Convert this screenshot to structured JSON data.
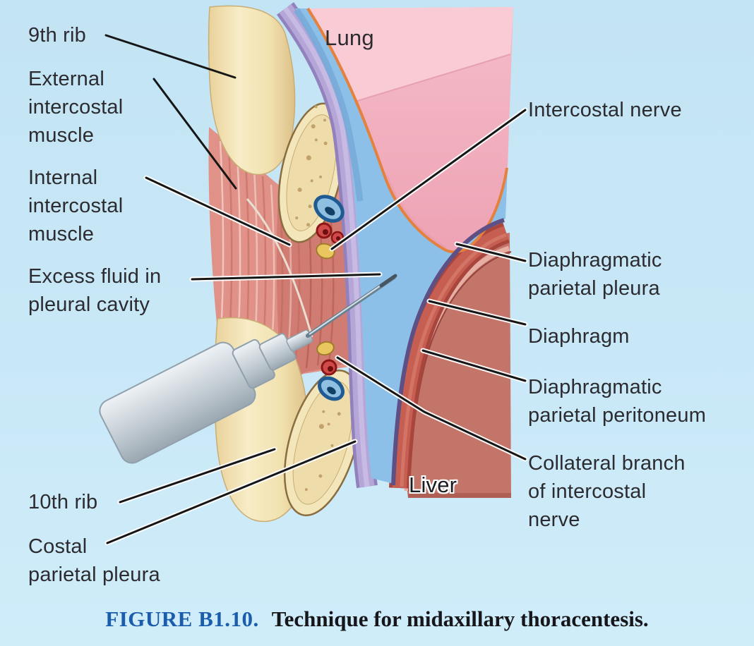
{
  "figure": {
    "caption": {
      "figure_label": "FIGURE B1.10.",
      "title": "Technique for midaxillary thoracentesis."
    },
    "organ_labels": {
      "lung": "Lung",
      "liver": "Liver"
    },
    "labels": {
      "rib9": {
        "lines": [
          "9th rib"
        ]
      },
      "external_intercostal_muscle": {
        "lines": [
          "External",
          "intercostal",
          "muscle"
        ]
      },
      "internal_intercostal_muscle": {
        "lines": [
          "Internal",
          "intercostal",
          "muscle"
        ]
      },
      "excess_fluid": {
        "lines": [
          "Excess fluid in",
          "pleural cavity"
        ]
      },
      "rib10": {
        "lines": [
          "10th rib"
        ]
      },
      "costal_parietal_pleura": {
        "lines": [
          "Costal",
          "parietal pleura"
        ]
      },
      "intercostal_nerve": {
        "lines": [
          "Intercostal nerve"
        ]
      },
      "diaphragmatic_parietal_pleura": {
        "lines": [
          "Diaphragmatic",
          "parietal pleura"
        ]
      },
      "diaphragm": {
        "lines": [
          "Diaphragm"
        ]
      },
      "diaphragmatic_parietal_peritoneum": {
        "lines": [
          "Diaphragmatic",
          "parietal peritoneum"
        ]
      },
      "collateral_branch": {
        "lines": [
          "Collateral branch",
          "of intercostal",
          "nerve"
        ]
      }
    },
    "colors": {
      "background": "#c9e8f7",
      "label_text": "#2b2b30",
      "leader_line": "#161616",
      "caption_figure_blue": "#1b5dac",
      "caption_text": "#17171b",
      "lung_top_face": "#f9ccd5",
      "lung_front_face": "#f3b0bf",
      "visceral_pleura_orange": "#e4813f",
      "pleural_fluid_blue": "#8cc0e8",
      "parietal_pleura_purple": "#b3a2d6",
      "bone": "#f3e4b6",
      "muscle": "#e09288",
      "diaphragm": "#c75e52",
      "liver": "#c4756a",
      "vein_blue": "#1f5a92",
      "artery_red": "#c03030",
      "nerve_yellow": "#ecc95d",
      "syringe_gray": "#ccd4da"
    }
  }
}
